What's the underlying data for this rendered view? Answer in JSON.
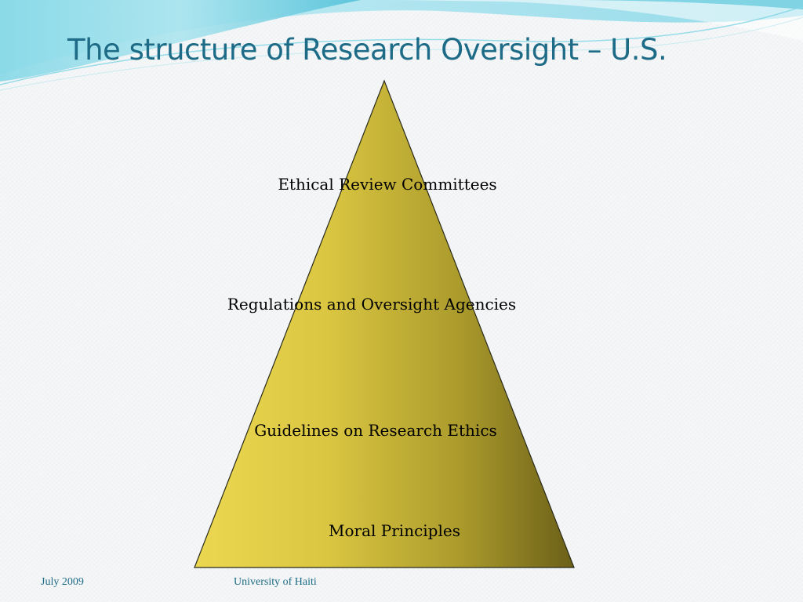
{
  "slide": {
    "title": "The structure of Research Oversight – U.S.",
    "colors": {
      "title": "#1d6b86",
      "pyramid_light": "#ead64d",
      "pyramid_dark": "#6e6219",
      "accent_swoosh": "#5ec8dc"
    }
  },
  "pyramid": {
    "tiers": [
      {
        "label": "Ethical Review Committees"
      },
      {
        "label": "Regulations and Oversight Agencies"
      },
      {
        "label": "Guidelines on Research Ethics"
      },
      {
        "label": "Moral Principles"
      }
    ]
  },
  "footer": {
    "date": "July 2009",
    "institution": "University of Haiti"
  }
}
